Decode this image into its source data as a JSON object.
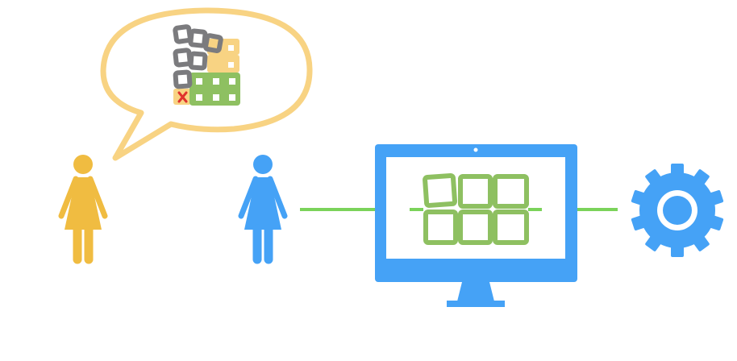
{
  "colors": {
    "background": "#ffffff",
    "person_yellow": "#f0bc41",
    "person_blue": "#45a2f6",
    "bubble_outline": "#f8d383",
    "bubble_fill": "#ffffff",
    "grid_gray": "#7b7b7e",
    "grid_orange": "#f8d383",
    "grid_green": "#8ec061",
    "error_red": "#e0322d",
    "connector_green": "#7bd35a",
    "monitor_blue": "#45a2f6",
    "gear_blue": "#45a2f6"
  },
  "icons": {
    "thinking_person": "woman-icon",
    "thought_bubble": "speech-bubble",
    "imagined_grid": "messy-grid-icon",
    "error_mark": "x-mark-icon",
    "user": "woman-icon",
    "monitor": "monitor-icon",
    "screen_grid": "grid-icon",
    "settings": "gear-icon"
  },
  "diagram": {
    "nodes": [
      "thinking-person",
      "user",
      "monitor",
      "gear"
    ],
    "edges": [
      {
        "from": "user",
        "to": "monitor"
      },
      {
        "from": "monitor",
        "to": "gear"
      }
    ]
  }
}
